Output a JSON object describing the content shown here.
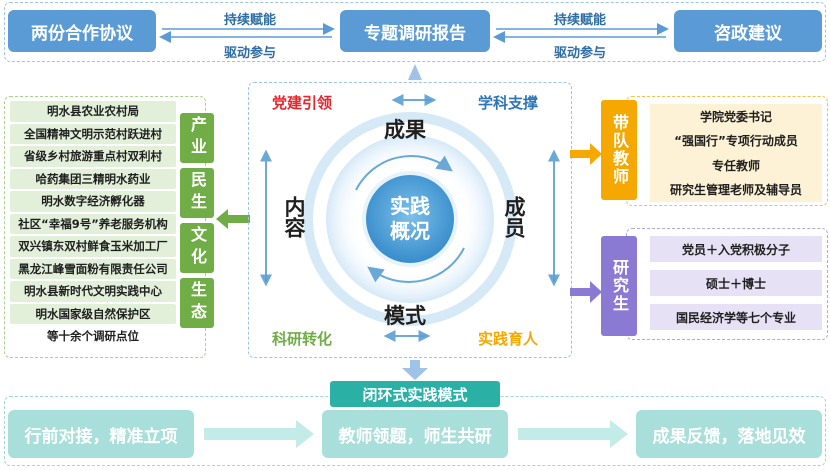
{
  "top": {
    "left": "两份合作协议",
    "center": "专题调研报告",
    "right": "咨政建议",
    "arrow_top_1": "持续赋能",
    "arrow_bottom_1": "驱动参与",
    "arrow_top_2": "持续赋能",
    "arrow_bottom_2": "驱动参与"
  },
  "left_panel": {
    "items": [
      "明水县农业农村局",
      "全国精神文明示范村跃进村",
      "省级乡村旅游重点村双利村",
      "哈药集团三精明水药业",
      "明水数字经济孵化器",
      "社区“幸福9号”养老服务机构",
      "双兴镇东双村鲜食玉米加工厂",
      "黑龙江峰雪面粉有限责任公司",
      "明水县新时代文明实践中心",
      "明水国家级自然保护区"
    ],
    "footer": "等十余个调研点位",
    "tags": [
      "产业",
      "民生",
      "文化",
      "生态"
    ]
  },
  "center": {
    "corner_tl": "党建引领",
    "corner_tr": "学科支撑",
    "corner_bl": "科研转化",
    "corner_br": "实践育人",
    "top_word": "成果",
    "bottom_word": "模式",
    "left_word": "内容",
    "right_word": "成员",
    "core_line1": "实践",
    "core_line2": "概况",
    "banner": "闭环式实践模式",
    "colors": {
      "red": "#e8252b",
      "blue": "#2e75b6",
      "green": "#70ad47",
      "gold": "#f5a800"
    }
  },
  "right_panel": {
    "tag1": "带队教师",
    "tag1_items": [
      "学院党委书记",
      "“强国行”专项行动成员",
      "专任教师",
      "研究生管理老师及辅导员"
    ],
    "tag2": "研究生",
    "tag2_items": [
      "党员＋入党积极分子",
      "硕士＋博士",
      "国民经济学等七个专业"
    ]
  },
  "bottom": {
    "left": "行前对接，精准立项",
    "center": "教师领题，师生共研",
    "right": "成果反馈，落地见效"
  }
}
